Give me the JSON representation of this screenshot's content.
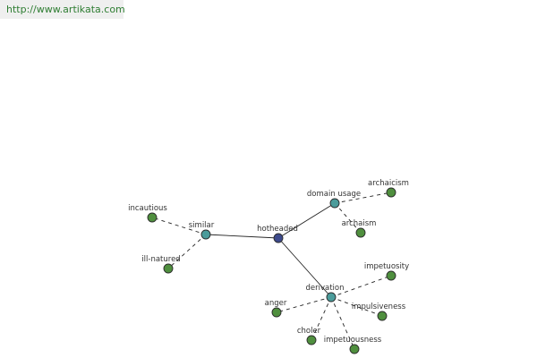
{
  "watermark": "http://www.artikata.com",
  "colors": {
    "center_node": "#3d4a8c",
    "relation_node": "#4b9c9b",
    "leaf_node": "#4f8f3e",
    "node_stroke": "#2b2b2b",
    "edge": "#222222"
  },
  "nodes": {
    "center": {
      "label": "hotheaded"
    },
    "similar": {
      "label": "similar"
    },
    "domain": {
      "label": "domain usage"
    },
    "derivation": {
      "label": "derivation"
    },
    "incautious": {
      "label": "incautious"
    },
    "ill_natured": {
      "label": "ill-natured"
    },
    "archaicism": {
      "label": "archaicism"
    },
    "archaism": {
      "label": "archaism"
    },
    "impetuosity": {
      "label": "impetuosity"
    },
    "anger": {
      "label": "anger"
    },
    "impulsiveness": {
      "label": "impulsiveness"
    },
    "choler": {
      "label": "choler"
    },
    "impetuousness": {
      "label": "impetuousness"
    }
  }
}
